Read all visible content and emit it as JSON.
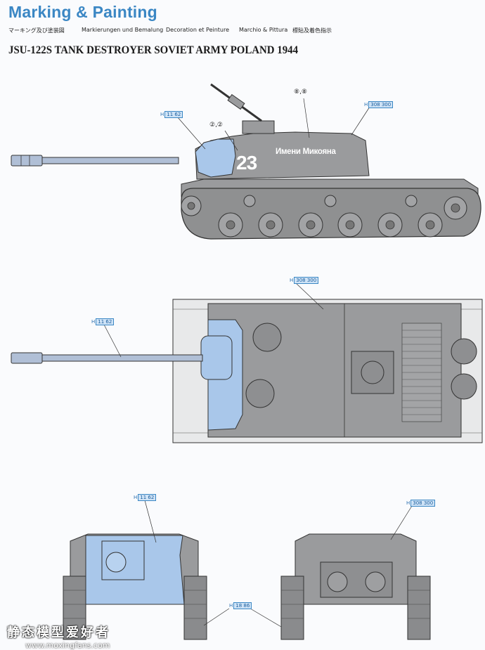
{
  "header": {
    "title": "Marking & Painting",
    "subtitles": [
      "マーキング及び塗装図",
      "Markierungen und Bemalung",
      "Decoration et Peinture",
      "Marchio & Pittura",
      "標貼及着色指示"
    ]
  },
  "model_title": "JSU-122S TANK DESTROYER  SOVIET ARMY  POLAND 1944",
  "markings": {
    "hull_number": "23",
    "slogan": "Имени Микояна",
    "decal_a": "⑧,⑧",
    "decal_b": "②,②"
  },
  "callouts": {
    "side_left": {
      "prefix": "H",
      "code": "11 62"
    },
    "side_right": {
      "prefix": "H",
      "code": "308 300"
    },
    "top_gun": {
      "prefix": "H",
      "code": "11 62"
    },
    "top_hull": {
      "prefix": "H",
      "code": "308 300"
    },
    "front": {
      "prefix": "H",
      "code": "11 62"
    },
    "rear": {
      "prefix": "H",
      "code": "308 300"
    },
    "bottom": {
      "prefix": "H",
      "code": "18 86"
    }
  },
  "watermark": {
    "text_cn": "静态模型爱好者",
    "url": "www.moxingfans.com"
  },
  "colors": {
    "accent_blue": "#3b87c4",
    "hull_gray": "#9a9b9d",
    "light_blue": "#a9c7ea"
  }
}
